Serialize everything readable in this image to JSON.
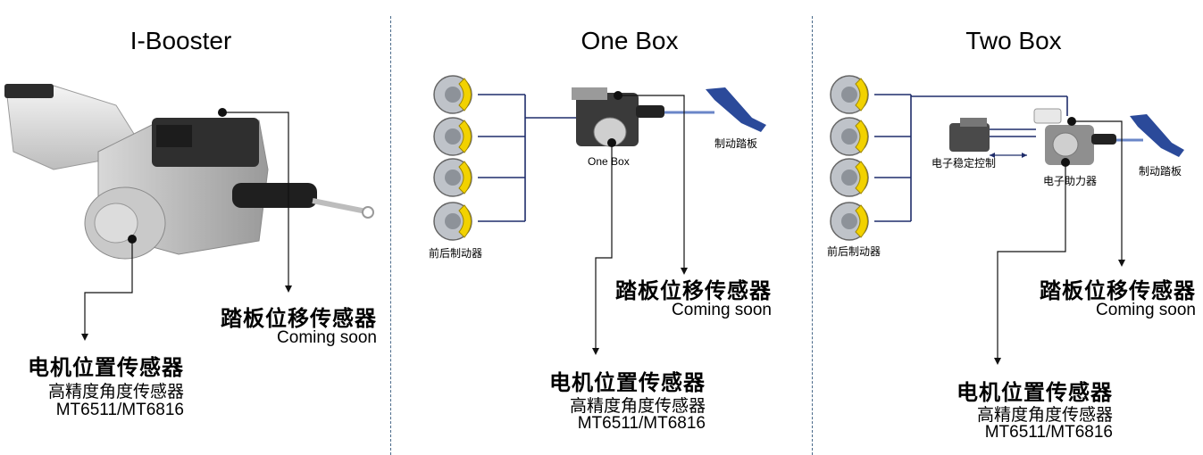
{
  "sections": [
    {
      "title": "I-Booster",
      "pedal_sensor": {
        "name": "踏板位移传感器",
        "status": "Coming soon"
      },
      "motor_sensor": {
        "name": "电机位置传感器",
        "desc": "高精度角度传感器",
        "parts": "MT6511/MT6816"
      }
    },
    {
      "title": "One Box",
      "labels": {
        "brakes": "前后制动器",
        "unit": "One Box",
        "pedal": "制动踏板"
      },
      "pedal_sensor": {
        "name": "踏板位移传感器",
        "status": "Coming soon"
      },
      "motor_sensor": {
        "name": "电机位置传感器",
        "desc": "高精度角度传感器",
        "parts": "MT6511/MT6816"
      }
    },
    {
      "title": "Two Box",
      "labels": {
        "brakes": "前后制动器",
        "esc": "电子稳定控制",
        "booster": "电子助力器",
        "pedal": "制动踏板"
      },
      "pedal_sensor": {
        "name": "踏板位移传感器",
        "status": "Coming soon"
      },
      "motor_sensor": {
        "name": "电机位置传感器",
        "desc": "高精度角度传感器",
        "parts": "MT6511/MT6816"
      }
    }
  ],
  "colors": {
    "line": "#1f2d6b",
    "caliper": "#f2d200",
    "divider": "#4a6a8a"
  }
}
